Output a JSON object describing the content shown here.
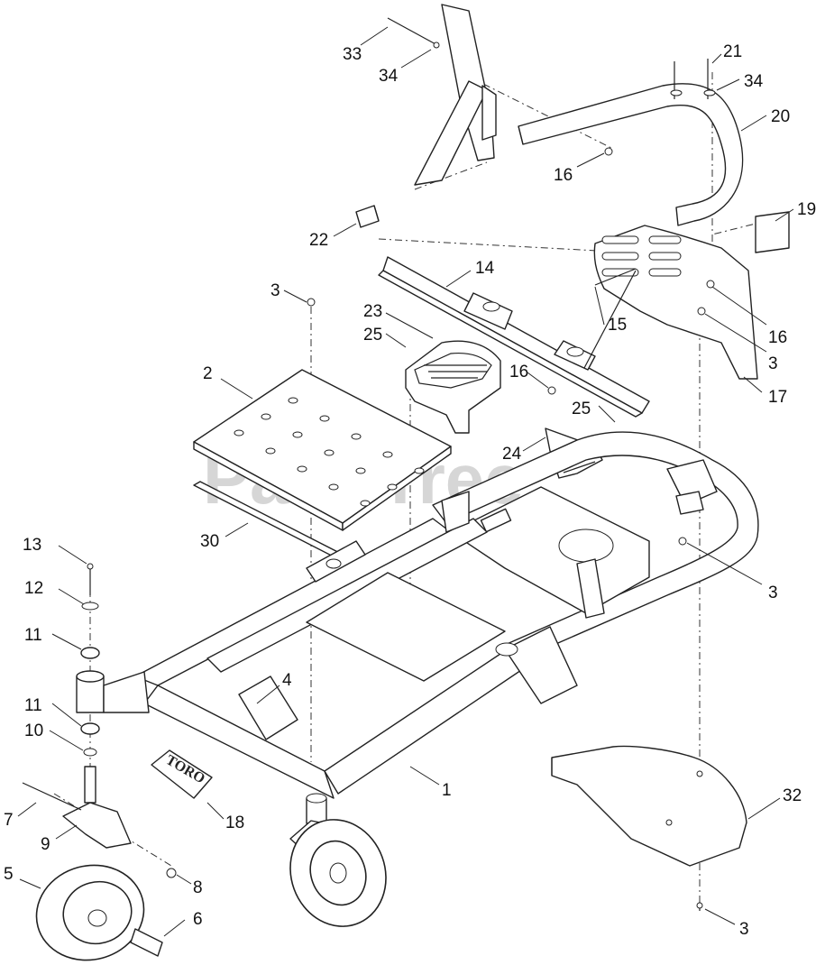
{
  "watermark": "PartsTree",
  "logo_text": "TORO",
  "callouts": [
    {
      "id": "c33",
      "text": "33"
    },
    {
      "id": "c34a",
      "text": "34"
    },
    {
      "id": "c21",
      "text": "21"
    },
    {
      "id": "c34b",
      "text": "34"
    },
    {
      "id": "c20",
      "text": "20"
    },
    {
      "id": "c16a",
      "text": "16"
    },
    {
      "id": "c19",
      "text": "19"
    },
    {
      "id": "c22",
      "text": "22"
    },
    {
      "id": "c14",
      "text": "14"
    },
    {
      "id": "c3a",
      "text": "3"
    },
    {
      "id": "c23",
      "text": "23"
    },
    {
      "id": "c25a",
      "text": "25"
    },
    {
      "id": "c15",
      "text": "15"
    },
    {
      "id": "c16b",
      "text": "16"
    },
    {
      "id": "c3b",
      "text": "3"
    },
    {
      "id": "c2",
      "text": "2"
    },
    {
      "id": "c16c",
      "text": "16"
    },
    {
      "id": "c17",
      "text": "17"
    },
    {
      "id": "c25b",
      "text": "25"
    },
    {
      "id": "c24",
      "text": "24"
    },
    {
      "id": "c30",
      "text": "30"
    },
    {
      "id": "c13",
      "text": "13"
    },
    {
      "id": "c3c",
      "text": "3"
    },
    {
      "id": "c12",
      "text": "12"
    },
    {
      "id": "c11a",
      "text": "11"
    },
    {
      "id": "c4",
      "text": "4"
    },
    {
      "id": "c11b",
      "text": "11"
    },
    {
      "id": "c10",
      "text": "10"
    },
    {
      "id": "c1",
      "text": "1"
    },
    {
      "id": "c32",
      "text": "32"
    },
    {
      "id": "c7",
      "text": "7"
    },
    {
      "id": "c18",
      "text": "18"
    },
    {
      "id": "c9",
      "text": "9"
    },
    {
      "id": "c5",
      "text": "5"
    },
    {
      "id": "c8",
      "text": "8"
    },
    {
      "id": "c6",
      "text": "6"
    },
    {
      "id": "c3d",
      "text": "3"
    }
  ]
}
